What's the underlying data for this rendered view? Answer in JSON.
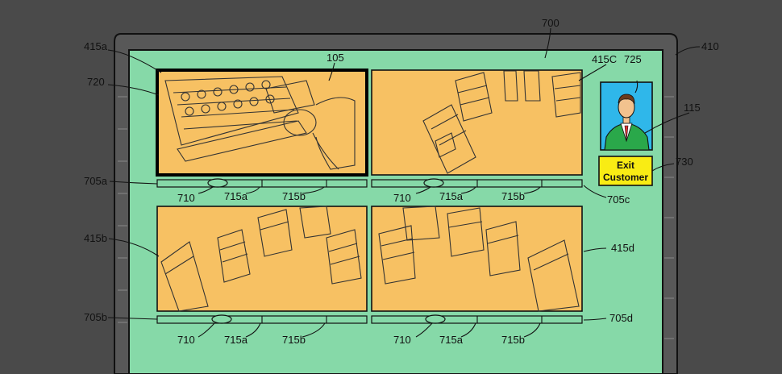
{
  "labels": {
    "display": "700",
    "monitor": "410",
    "feed_a": "415a",
    "feed_b": "415b",
    "feed_c": "415C",
    "feed_d": "415d",
    "selection": "720",
    "customer": "105",
    "customer_photo": "725",
    "employee": "115",
    "exit_button_ref": "730",
    "timeline_a": "705a",
    "timeline_b": "705b",
    "timeline_c": "705c",
    "timeline_d": "705d",
    "marker": "710",
    "segment_a": "715a",
    "segment_b": "715b"
  },
  "exit_button": {
    "line1": "Exit",
    "line2": "Customer"
  },
  "colors": {
    "background": "#4a4a4a",
    "screen": "#86d9a8",
    "feed": "#f7c163",
    "camera": "#2fb7ea",
    "button": "#f9ec14",
    "person": "#2aa84a"
  }
}
